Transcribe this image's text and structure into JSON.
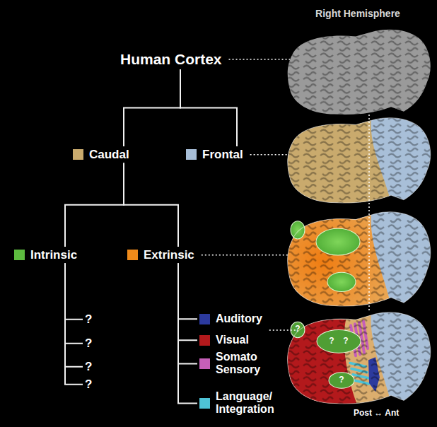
{
  "diagram": {
    "nodes": [
      {
        "text": [
          "Human Cortex"
        ]
      },
      {
        "text": [
          "Caudal"
        ]
      },
      {
        "text": [
          "Frontal"
        ]
      },
      {
        "text": [
          "Intrinsic"
        ]
      },
      {
        "text": [
          "Extrinsic"
        ]
      },
      {
        "text": [
          "?"
        ]
      },
      {
        "text": [
          "?"
        ]
      },
      {
        "text": [
          "?"
        ]
      },
      {
        "text": [
          "?"
        ]
      },
      {
        "text": [
          "Auditory"
        ]
      },
      {
        "text": [
          "Visual"
        ]
      },
      {
        "text": [
          "Somato Sensory"
        ]
      },
      {
        "text": [
          "Language/ Integration"
        ]
      }
    ],
    "edges": [
      {
        "from": 0,
        "to": 1,
        "arrow": "none"
      },
      {
        "from": 0,
        "to": 2,
        "arrow": "none"
      },
      {
        "from": 1,
        "to": 3,
        "arrow": "none"
      },
      {
        "from": 1,
        "to": 4,
        "arrow": "none"
      },
      {
        "from": 3,
        "to": 5,
        "arrow": "none"
      },
      {
        "from": 3,
        "to": 6,
        "arrow": "none"
      },
      {
        "from": 3,
        "to": 7,
        "arrow": "none"
      },
      {
        "from": 3,
        "to": 8,
        "arrow": "none"
      },
      {
        "from": 4,
        "to": 9,
        "arrow": "none"
      },
      {
        "from": 4,
        "to": 10,
        "arrow": "none"
      },
      {
        "from": 4,
        "to": 11,
        "arrow": "none"
      },
      {
        "from": 4,
        "to": 12,
        "arrow": "none"
      }
    ],
    "labels": [
      "Right Hemisphere",
      "?",
      "?",
      "?",
      "?",
      "Post ↔ Ant"
    ]
  }
}
